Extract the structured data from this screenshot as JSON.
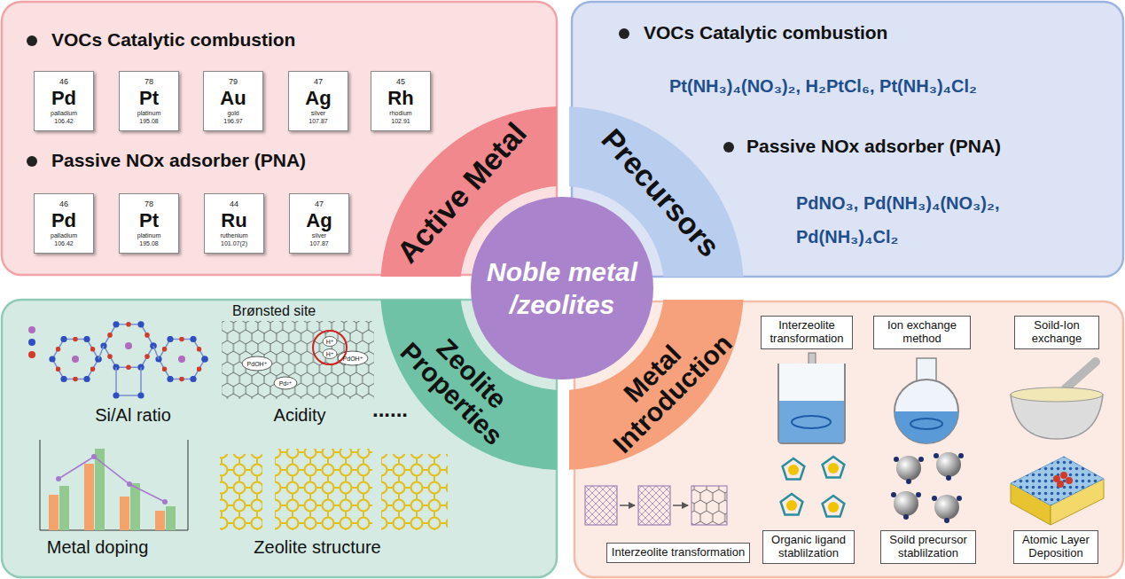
{
  "diagram": {
    "nodes": [
      {
        "text": [
          "VOCs Catalytic combustion",
          "Passive NOx adsorber (PNA)"
        ]
      },
      {
        "text": [
          "46",
          "Pd",
          "palladium",
          "106.42"
        ],
        "in": 0
      },
      {
        "text": [
          "78",
          "Pt",
          "platinum",
          "195.08"
        ],
        "in": 0
      },
      {
        "text": [
          "79",
          "Au",
          "gold",
          "196.97"
        ],
        "in": 0
      },
      {
        "text": [
          "47",
          "Ag",
          "silver",
          "107.87"
        ],
        "in": 0
      },
      {
        "text": [
          "45",
          "Rh",
          "rhodium",
          "102.91"
        ],
        "in": 0
      },
      {
        "text": [
          "46",
          "Pd",
          "palladium",
          "106.42"
        ],
        "in": 0
      },
      {
        "text": [
          "78",
          "Pt",
          "platinum",
          "195.08"
        ],
        "in": 0
      },
      {
        "text": [
          "44",
          "Ru",
          "ruthenium",
          "101.07(2)"
        ],
        "in": 0
      },
      {
        "text": [
          "47",
          "Ag",
          "silver",
          "107.87"
        ],
        "in": 0
      },
      {
        "text": [
          "VOCs Catalytic combustion",
          "Pt(NH₃)₄(NO₃)₂, H₂PtCl₆, Pt(NH₃)₄Cl₂",
          "Passive NOx adsorber (PNA)",
          "PdNO₃, Pd(NH₃)₄(NO₃)₂, Pd(NH₃)₄Cl₂"
        ]
      },
      {
        "text": [
          "Active Metal"
        ]
      },
      {
        "text": [
          "Precursors"
        ]
      },
      {
        "text": [
          "Noble metal /zeolites"
        ]
      },
      {
        "text": [
          "Zeolite Properties"
        ]
      },
      {
        "text": [
          "Metal Introduction"
        ]
      },
      {
        "text": [
          "Si/Al ratio",
          "Acidity",
          "......",
          "Metal doping",
          "Zeolite structure"
        ]
      },
      {
        "text": [
          "Interzeolite transformation"
        ]
      },
      {
        "text": [
          "Ion exchange method"
        ]
      },
      {
        "text": [
          "Soild-Ion exchange"
        ]
      },
      {
        "text": [
          "Interzeolite transformation"
        ]
      },
      {
        "text": [
          "Organic ligand stablilzation"
        ]
      },
      {
        "text": [
          "Soild precursor stablilzation"
        ]
      },
      {
        "text": [
          "Atomic Layer Deposition"
        ]
      }
    ],
    "labels": [
      "Brønsted site",
      "PdOH⁺",
      "Pd²⁺",
      "PdOH⁺",
      "H⁺",
      "H⁺"
    ]
  }
}
